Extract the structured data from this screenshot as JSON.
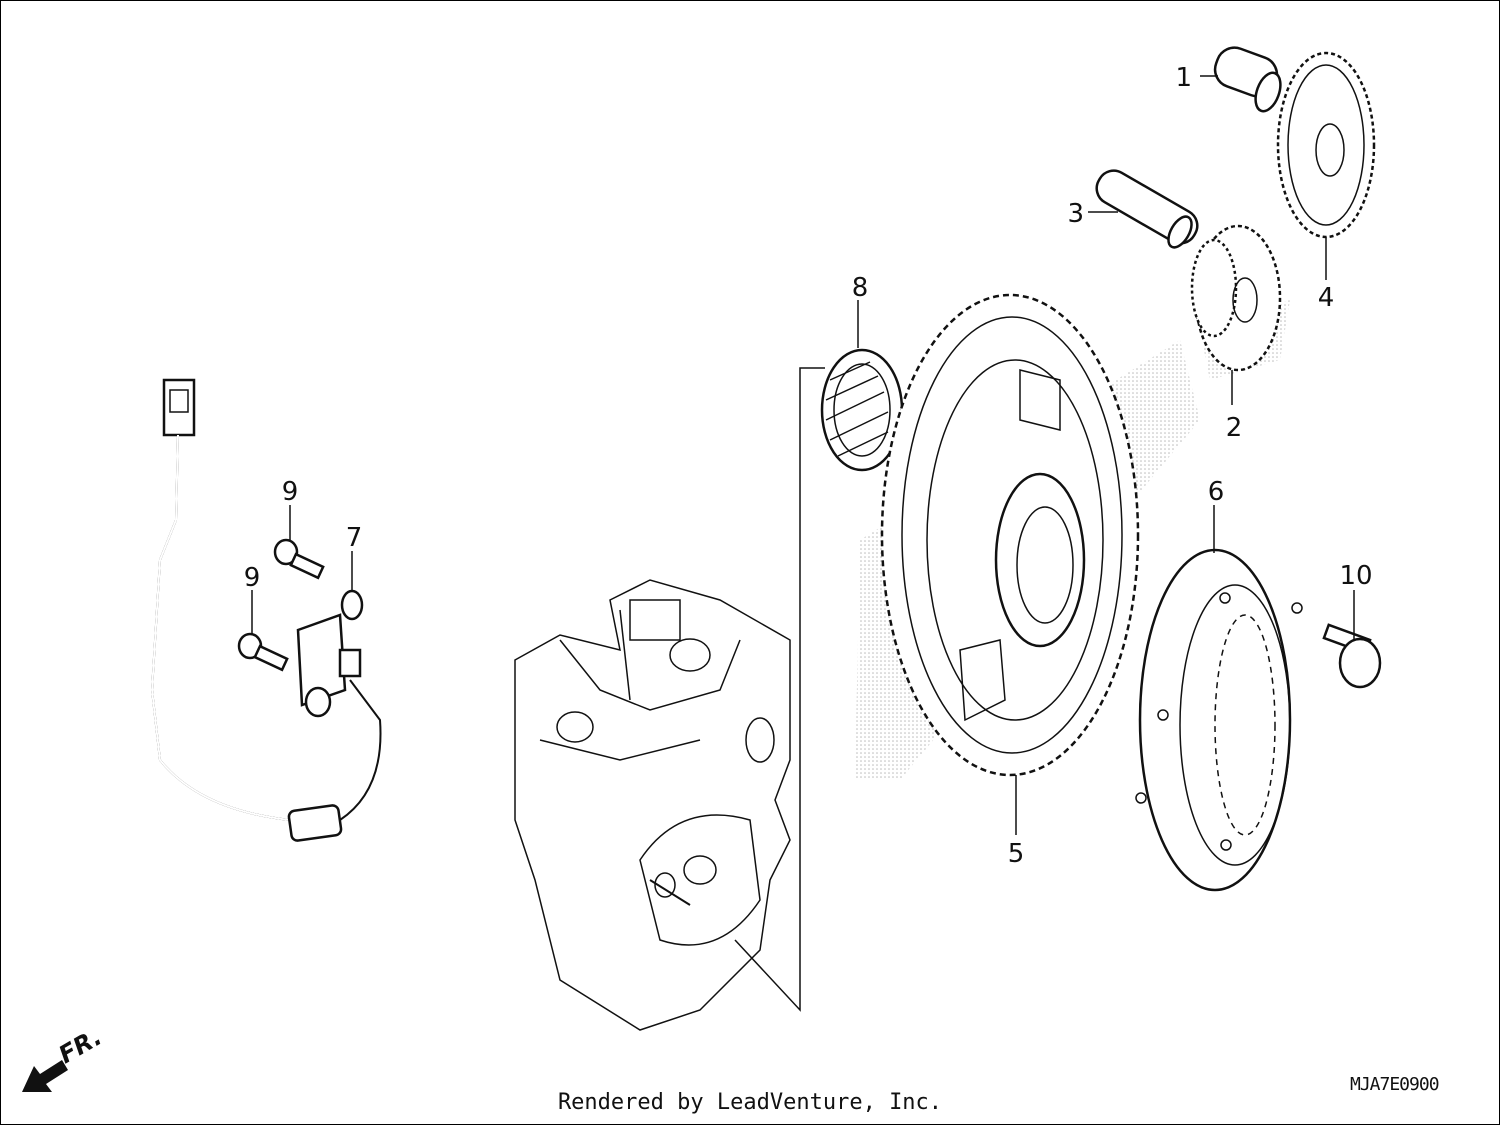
{
  "credit": "Rendered by LeadVenture, Inc.",
  "diagram_code": "MJA7E0900",
  "front_label": "FR.",
  "callouts": [
    {
      "id": "1",
      "label": "1"
    },
    {
      "id": "2",
      "label": "2"
    },
    {
      "id": "3",
      "label": "3"
    },
    {
      "id": "4",
      "label": "4"
    },
    {
      "id": "5",
      "label": "5"
    },
    {
      "id": "6",
      "label": "6"
    },
    {
      "id": "7",
      "label": "7"
    },
    {
      "id": "8",
      "label": "8"
    },
    {
      "id": "9a",
      "label": "9"
    },
    {
      "id": "9b",
      "label": "9"
    },
    {
      "id": "10",
      "label": "10"
    }
  ]
}
